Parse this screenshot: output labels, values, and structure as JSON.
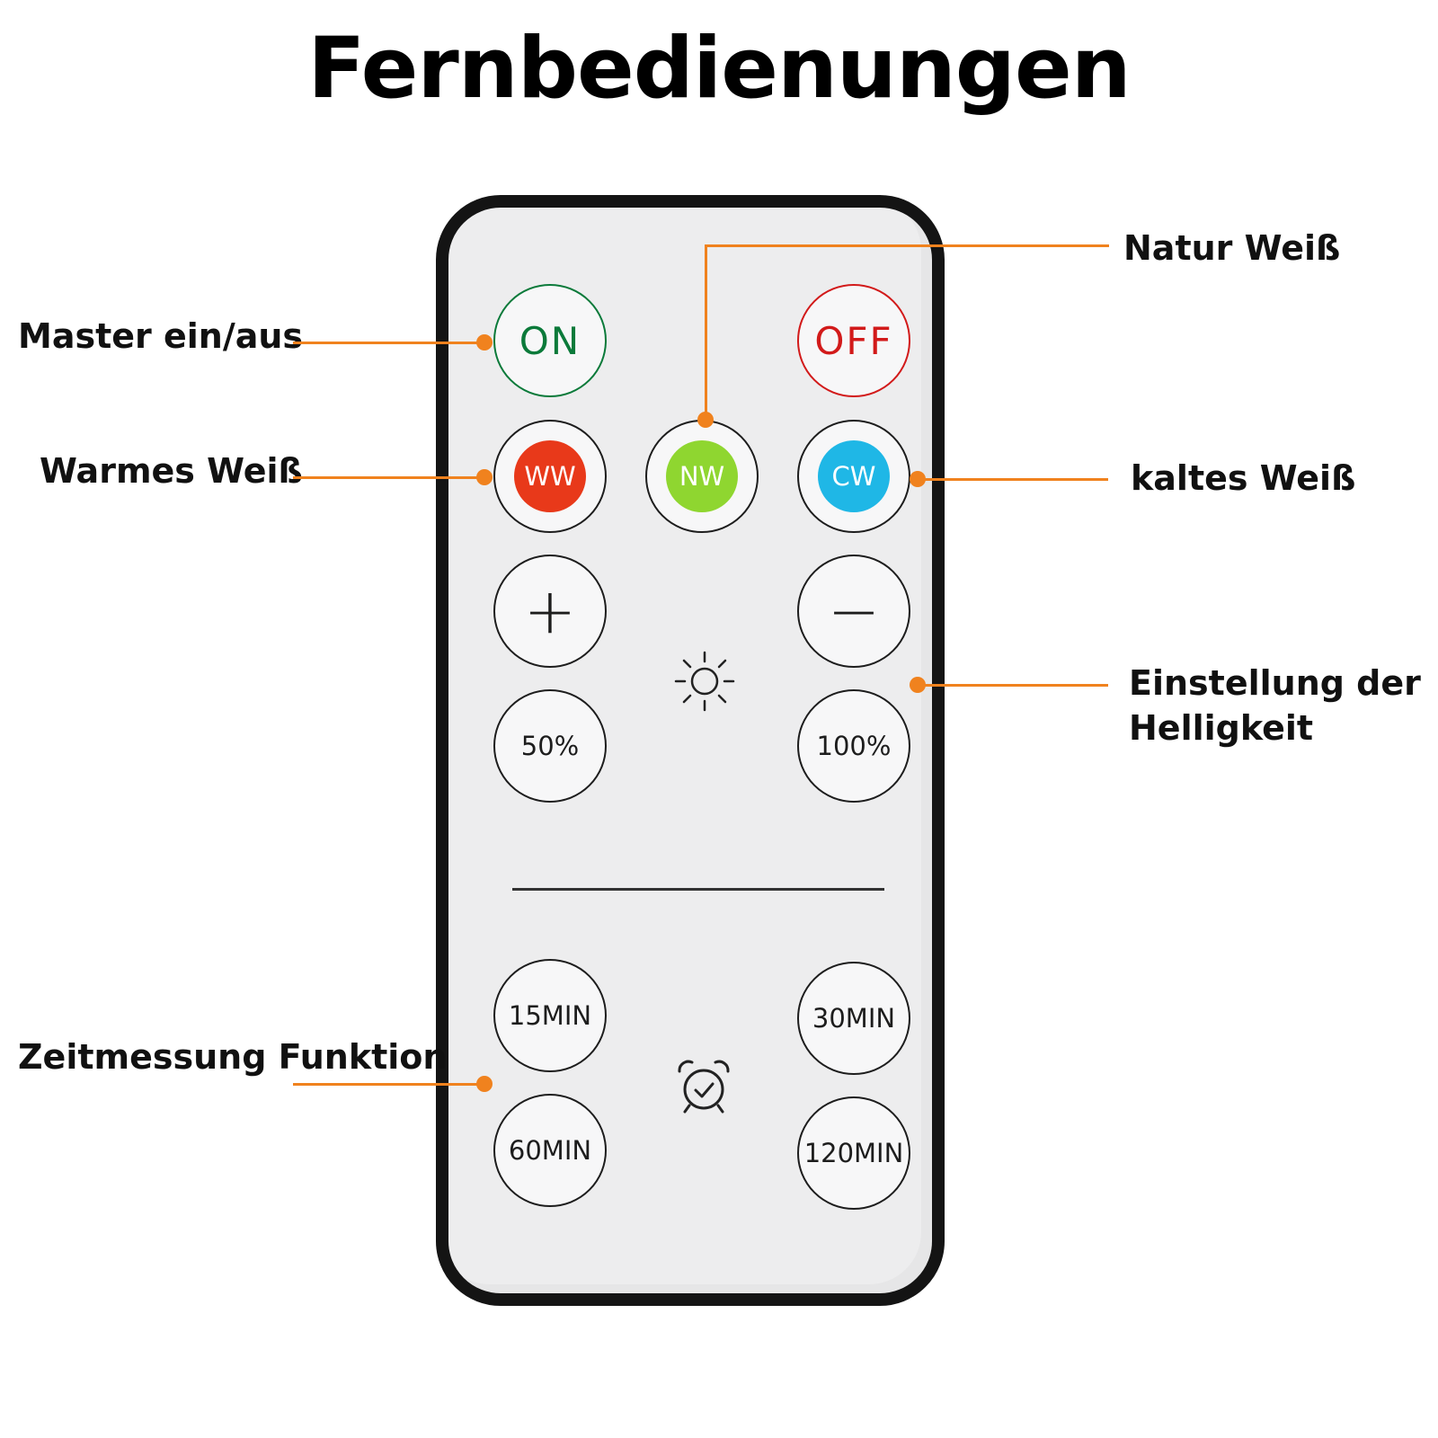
{
  "title": "Fernbedienungen",
  "colors": {
    "accent": "#f0821e",
    "on": "#0b7a3a",
    "off": "#d21a1a",
    "ww": "#e8391a",
    "nw": "#8fd630",
    "cw": "#1fb7e6"
  },
  "buttons": {
    "on": "ON",
    "off": "OFF",
    "ww": "WW",
    "nw": "NW",
    "cw": "CW",
    "plus": "+",
    "minus": "−",
    "half": "50%",
    "full": "100%",
    "t15": "15MIN",
    "t30": "30MIN",
    "t60": "60MIN",
    "t120": "120MIN"
  },
  "icons": {
    "brightness": "sun-icon",
    "timer": "alarm-clock-icon"
  },
  "labels": {
    "master": "Master ein/aus",
    "warm": "Warmes Weiß",
    "natur": "Natur Weiß",
    "kalt": "kaltes Weiß",
    "brightness_line1": "Einstellung der",
    "brightness_line2": "Helligkeit",
    "timer": "Zeitmessung Funktion"
  }
}
